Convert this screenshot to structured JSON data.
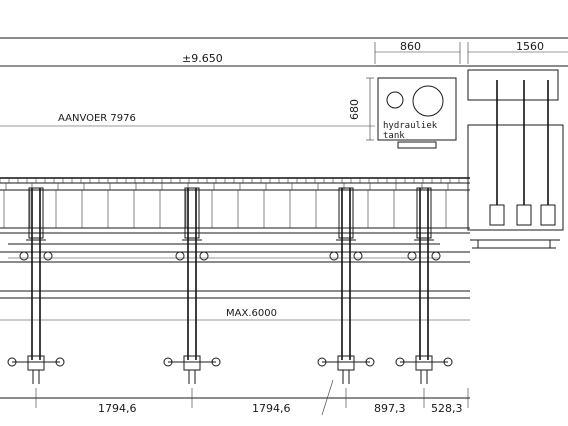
{
  "dimensions": {
    "total_length": "±9.650",
    "unit_width": "860",
    "right_width": "1560",
    "tank_height": "680",
    "conveyor_label": "AANVOER 7976",
    "max_length": "MAX.6000",
    "spacing_1": "1794,6",
    "spacing_2": "1794,6",
    "spacing_3": "897,3",
    "spacing_4": "528,3"
  },
  "hydraulic_unit": {
    "label_line1": "hydrauliek",
    "label_line2": "tank"
  },
  "colors": {
    "line": "#1a1a1a",
    "paper": "#ffffff"
  }
}
